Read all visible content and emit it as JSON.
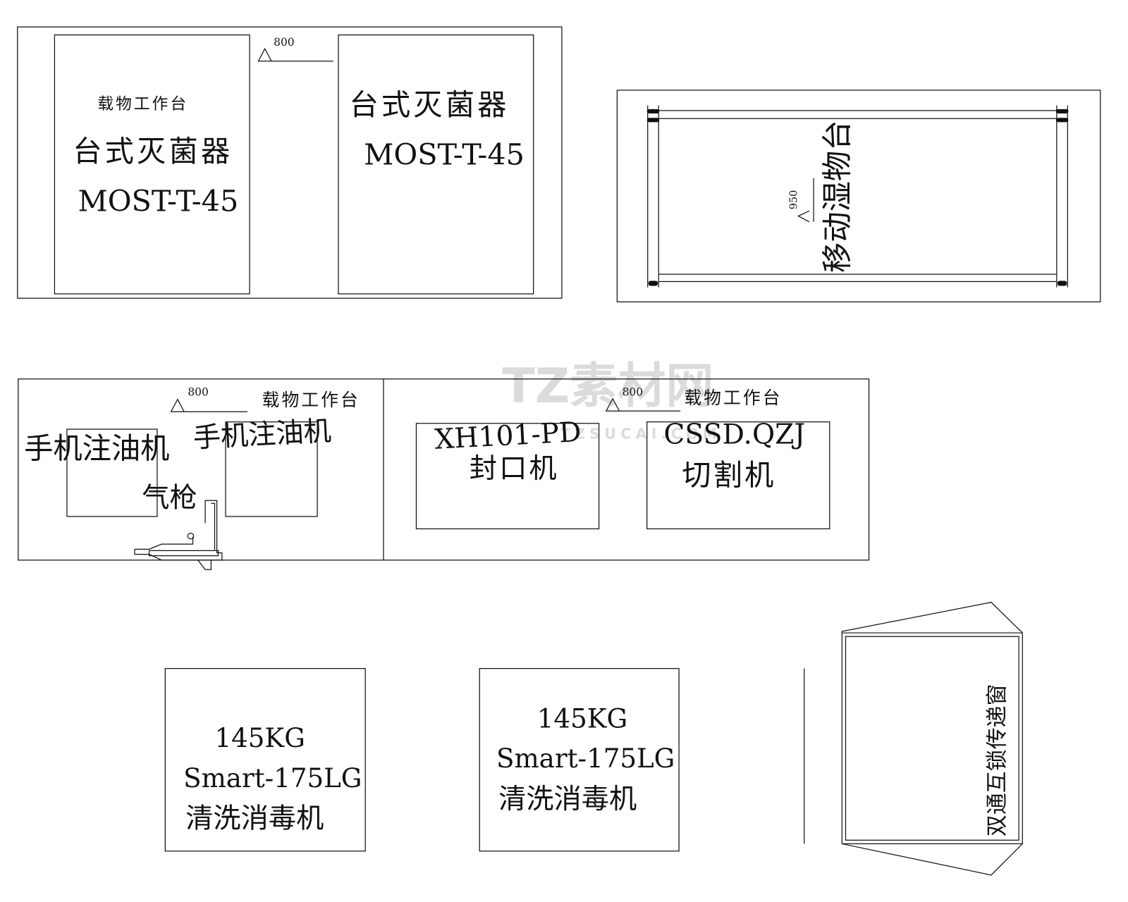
{
  "watermark": {
    "title": "TZ素材网",
    "sub": "TZSUCAI.COM"
  },
  "sterilizer_area": {
    "dimension": "800",
    "table_label": "载物工作台",
    "left_unit": {
      "name": "台式灭菌器",
      "model": "MOST-T-45"
    },
    "right_unit": {
      "name": "台式灭菌器",
      "model": "MOST-T-45"
    }
  },
  "mobile_cart": {
    "dimension": "950",
    "label": "移动湿物台"
  },
  "oil_bench": {
    "dimension": "800",
    "table_label": "载物工作台",
    "left_machine": "手机注油机",
    "right_machine": "手机注油机",
    "air_gun": "气枪"
  },
  "sealing_bench": {
    "dimension": "800",
    "table_label": "载物工作台",
    "sealer": {
      "model": "XH101-PD",
      "name": "封口机"
    },
    "cutter": {
      "model": "CSSD.QZJ",
      "name": "切割机"
    }
  },
  "washers": [
    {
      "weight": "145KG",
      "model": "Smart-175LG",
      "name": "清洗消毒机"
    },
    {
      "weight": "145KG",
      "model": "Smart-175LG",
      "name": "清洗消毒机"
    }
  ],
  "pass_window": {
    "label": "双通互锁传递窗"
  }
}
